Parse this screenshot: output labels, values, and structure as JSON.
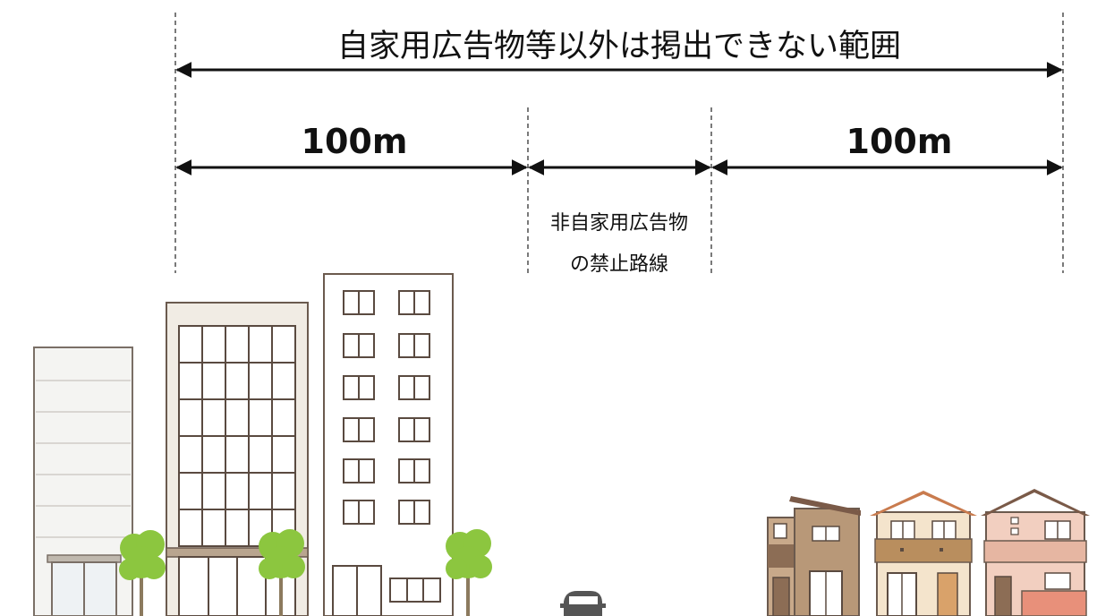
{
  "title": "自家用広告物等以外は掲出できない範囲",
  "segments": {
    "left_distance": "100m",
    "right_distance": "100m",
    "middle_label_line1": "非自家用広告物",
    "middle_label_line2": "の禁止路線"
  },
  "colors": {
    "arrow": "#111111",
    "guide": "#333333",
    "tree": "#8cc63f",
    "building_outline": "#6b5a4e",
    "window_outline": "#5a4a40",
    "tall_building": "#f3f3f1",
    "glass_building": "#f1ece4",
    "house_brown": "#b89878",
    "house_cream": "#f4e4cc",
    "house_pink": "#f2cfc0",
    "roof_brown": "#7a5a48",
    "roof_orange": "#c97b4e",
    "car": "#555555"
  }
}
